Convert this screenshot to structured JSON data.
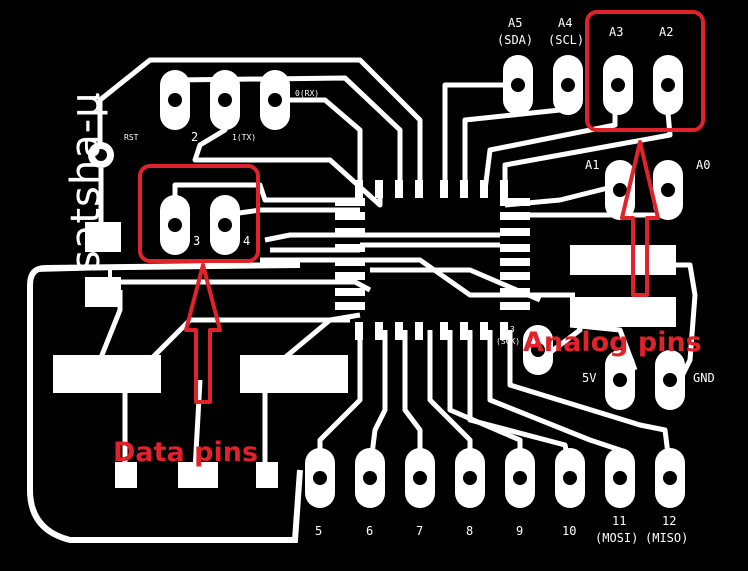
{
  "board_name": "satsha-μ",
  "labels": {
    "rst": "RST",
    "pin2": "2",
    "pin1tx": "1(TX)",
    "pin0rx": "0(RX)",
    "pin3": "3",
    "pin4": "4",
    "a5": "A5",
    "a5sub": "(SDA)",
    "a4": "A4",
    "a4sub": "(SCL)",
    "a3": "A3",
    "a2": "A2",
    "a1": "A1",
    "a0": "A0",
    "sck_num": "13",
    "sck_sub": "(SCK)",
    "v5": "5V",
    "gnd": "GND",
    "d5": "5",
    "d6": "6",
    "d7": "7",
    "d8": "8",
    "d9": "9",
    "d10": "10",
    "d11": "11",
    "d11sub": "(MOSI)",
    "d12": "12",
    "d12sub": "(MISO)"
  },
  "annotations": {
    "analog": "Analog pins",
    "data": "Data pins"
  },
  "colors": {
    "background": "#000000",
    "copper": "#ffffff",
    "annotation": "#e0222a"
  }
}
